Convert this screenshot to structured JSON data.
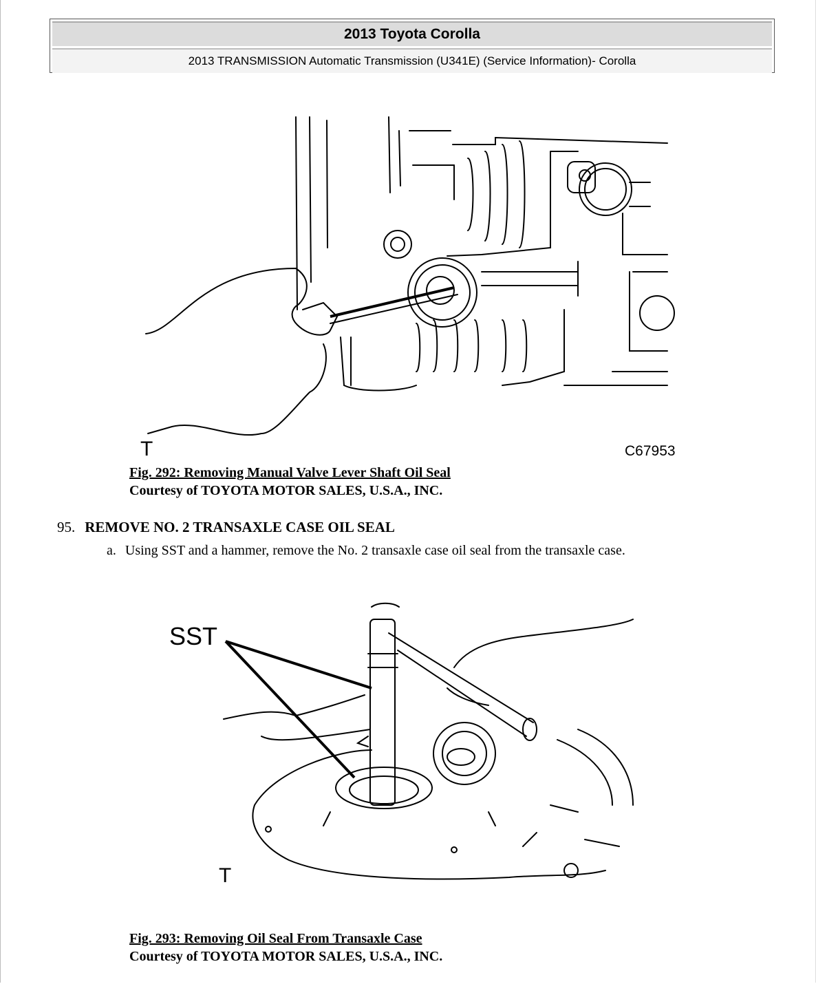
{
  "header": {
    "title": "2013 Toyota Corolla",
    "subtitle": "2013 TRANSMISSION Automatic Transmission (U341E) (Service Information)- Corolla"
  },
  "figure1": {
    "label_t": "T",
    "code": "C67953",
    "caption": "Fig. 292: Removing Manual Valve Lever Shaft Oil Seal",
    "courtesy": "Courtesy of TOYOTA MOTOR SALES, U.S.A., INC."
  },
  "step95": {
    "number": "95.",
    "title": "REMOVE NO. 2 TRANSAXLE CASE OIL SEAL",
    "substeps": [
      {
        "marker": "a.",
        "text": "Using SST and a hammer, remove the No. 2 transaxle case oil seal from the transaxle case."
      }
    ]
  },
  "figure2": {
    "label_sst": "SST",
    "label_t": "T",
    "caption": "Fig. 293: Removing Oil Seal From Transaxle Case",
    "courtesy": "Courtesy of TOYOTA MOTOR SALES, U.S.A., INC."
  }
}
